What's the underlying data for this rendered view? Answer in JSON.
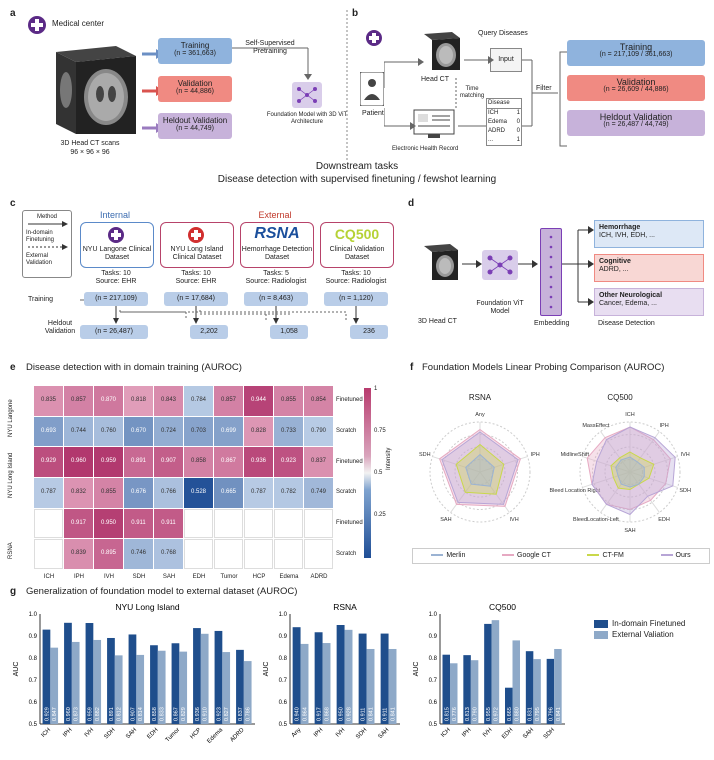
{
  "panel_a": {
    "label": "a",
    "medical_center": "Medical center",
    "scans": "3D Head CT scans",
    "scan_dims": "96 × 96 × 96",
    "training": "Training",
    "training_n": "(n = 361,663)",
    "validation": "Validation",
    "validation_n": "(n = 44,886)",
    "heldout": "Heldout Validation",
    "heldout_n": "(n = 44,749)",
    "ssl": "Self-Supervised Pretraining",
    "fm": "Foundation Model with 3D ViT Architecture"
  },
  "panel_b": {
    "label": "b",
    "patient": "Patient",
    "head_ct": "Head CT",
    "query": "Query Diseases",
    "input": "Input",
    "time_matching": "Time matching",
    "ehr": "Electronic Health Record",
    "disease_header": "Disease",
    "diseases": [
      "ICH",
      "Edema",
      "ADRD",
      "..."
    ],
    "flags": [
      "1",
      "0",
      "0",
      "1"
    ],
    "filter": "Filter",
    "training": "Training",
    "training_n": "(n = 217,109 / 361,663)",
    "validation": "Validation",
    "validation_n": "(n = 26,609 / 44,886)",
    "heldout": "Heldout Validation",
    "heldout_n": "(n = 26,487 / 44,749)"
  },
  "downstream": {
    "line1": "Downstream tasks",
    "line2": "Disease detection with supervised finetuning / fewshot learning"
  },
  "panel_c": {
    "label": "c",
    "legend_method": "Method",
    "legend_indomain": "In-domain Finetuning",
    "legend_external": "External Validation",
    "internal": "Internal",
    "external": "External",
    "datasets": [
      {
        "name": "NYU Langone Clinical Dataset",
        "tasks": "Tasks: 10",
        "source": "Source: EHR",
        "train": "(n = 217,109)"
      },
      {
        "name": "NYU Long Island Clinical Dataset",
        "tasks": "Tasks: 10",
        "source": "Source: EHR",
        "train": "(n = 17,684)"
      },
      {
        "name": "Hemorrhage Detection Dataset",
        "tasks": "Tasks: 5",
        "source": "Source: Radiologist",
        "train": "(n = 8,463)"
      },
      {
        "name": "Clinical Validation Dataset",
        "tasks": "Tasks: 10",
        "source": "Source: Radiologist",
        "train": "(n = 1,120)"
      }
    ],
    "rsna_logo": "RSNA",
    "cq500_logo": "CQ500",
    "training_label": "Training",
    "heldout_label": "Heldout Validation",
    "heldout_vals": [
      "(n = 26,487)",
      "2,202",
      "1,058",
      "236"
    ]
  },
  "panel_d": {
    "label": "d",
    "ct": "3D Head CT",
    "fm": "Foundation ViT Model",
    "embedding": "Embedding",
    "detection": "Disease Detection",
    "cat1_title": "Hemorrhage",
    "cat1_items": "ICH, IVH, EDH, ...",
    "cat2_title": "Cognitive",
    "cat2_items": "ADRD, ...",
    "cat3_title": "Other Neurological",
    "cat3_items": "Cancer, Edema, ..."
  },
  "panel_e": {
    "label": "e",
    "title": "Disease detection with in domain training (AUROC)",
    "colorbar_label": "Intensity",
    "colorbar_ticks": [
      "1",
      "0.75",
      "0.5",
      "0.25"
    ],
    "row_groups": [
      "NYU Langone",
      "NYU Long Island",
      "RSNA"
    ],
    "row_tags": [
      "Finetuned",
      "Scratch",
      "Finetuned",
      "Scratch",
      "Finetuned",
      "Scratch"
    ],
    "columns": [
      "ICH",
      "IPH",
      "IVH",
      "SDH",
      "SAH",
      "EDH",
      "Tumor",
      "HCP",
      "Edema",
      "ADRD"
    ],
    "rows": [
      [
        "0.835",
        "0.857",
        "0.870",
        "0.818",
        "0.843",
        "0.784",
        "0.857",
        "0.944",
        "0.855",
        "0.854"
      ],
      [
        "0.693",
        "0.744",
        "0.760",
        "0.670",
        "0.724",
        "0.703",
        "0.699",
        "0.828",
        "0.733",
        "0.790"
      ],
      [
        "0.929",
        "0.960",
        "0.959",
        "0.891",
        "0.907",
        "0.858",
        "0.867",
        "0.936",
        "0.923",
        "0.837"
      ],
      [
        "0.787",
        "0.832",
        "0.855",
        "0.676",
        "0.766",
        "0.528",
        "0.665",
        "0.787",
        "0.782",
        "0.749"
      ],
      [
        "",
        "0.917",
        "0.950",
        "0.911",
        "0.911",
        "",
        "",
        "",
        "",
        ""
      ],
      [
        "",
        "0.839",
        "0.895",
        "0.746",
        "0.768",
        "",
        "",
        "",
        "",
        ""
      ]
    ]
  },
  "panel_f": {
    "label": "f",
    "title": "Foundation Models Linear Probing Comparison (AUROC)",
    "rsna_title": "RSNA",
    "rsna_axes": [
      "Any",
      "IPH",
      "IVH",
      "SAH",
      "SDH"
    ],
    "cq_title": "CQ500",
    "cq_axes": [
      "ICH",
      "IPH",
      "IVH",
      "SDH",
      "EDH",
      "SAH",
      "BleedLocation-Left",
      "Bleed Location Right",
      "MidlineShift",
      "MassEffect"
    ],
    "legend": [
      "Merlin",
      "Google CT",
      "CT-FM",
      "Ours"
    ],
    "colors": {
      "Merlin": "#9bb3d3",
      "Google CT": "#e6a9c2",
      "CT-FM": "#c9d84a",
      "Ours": "#b7a5d6"
    }
  },
  "panel_g": {
    "label": "g",
    "title": "Generalization of foundation model to external dataset (AUROC)",
    "legend": [
      "In-domain Finetuned",
      "External Valiation"
    ],
    "ylabel": "AUC"
  },
  "chart_data": [
    {
      "type": "bar",
      "title": "NYU Long Island",
      "ylabel": "AUC",
      "ylim": [
        0.5,
        1.0
      ],
      "categories": [
        "ICH",
        "IPH",
        "IVH",
        "SDH",
        "SAH",
        "EDH",
        "Tumor",
        "HCP",
        "Edema",
        "ADRD"
      ],
      "series": [
        {
          "name": "In-domain Finetuned",
          "values": [
            0.929,
            0.96,
            0.959,
            0.891,
            0.907,
            0.858,
            0.867,
            0.936,
            0.923,
            0.837
          ]
        },
        {
          "name": "External Valiation",
          "values": [
            0.847,
            0.873,
            0.882,
            0.812,
            0.814,
            0.833,
            0.829,
            0.91,
            0.827,
            0.786
          ]
        }
      ]
    },
    {
      "type": "bar",
      "title": "RSNA",
      "ylabel": "AUC",
      "ylim": [
        0.5,
        1.0
      ],
      "categories": [
        "Any",
        "IPH",
        "IVH",
        "SDH",
        "SAH"
      ],
      "series": [
        {
          "name": "In-domain Finetuned",
          "values": [
            0.94,
            0.917,
            0.95,
            0.911,
            0.911
          ]
        },
        {
          "name": "External Valiation",
          "values": [
            0.864,
            0.868,
            0.928,
            0.841,
            0.841
          ]
        }
      ]
    },
    {
      "type": "bar",
      "title": "CQ500",
      "ylabel": "AUC",
      "ylim": [
        0.5,
        1.0
      ],
      "categories": [
        "ICH",
        "IPH",
        "IVH",
        "EDH",
        "SAH",
        "SDH"
      ],
      "series": [
        {
          "name": "In-domain Finetuned",
          "values": [
            0.815,
            0.813,
            0.955,
            0.665,
            0.831,
            0.796
          ]
        },
        {
          "name": "External Valiation",
          "values": [
            0.776,
            0.79,
            0.972,
            0.88,
            0.795,
            0.841
          ]
        }
      ]
    }
  ]
}
